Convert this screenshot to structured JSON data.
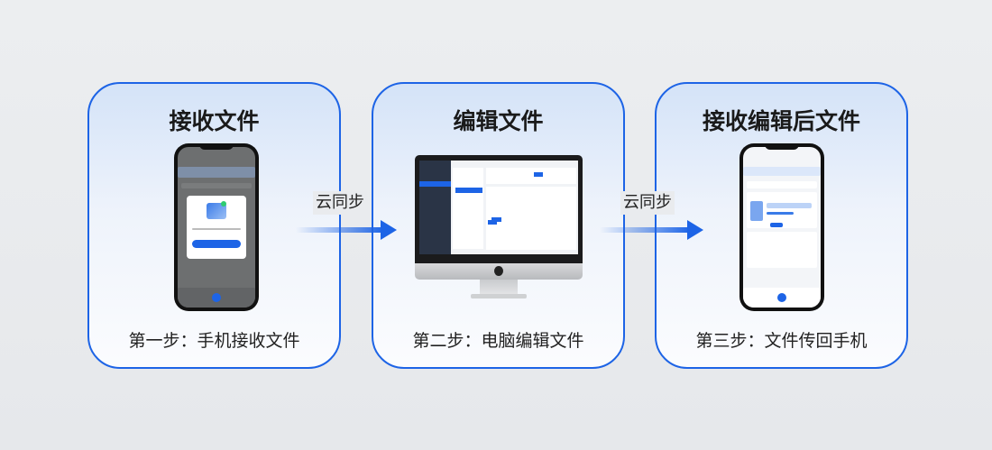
{
  "cards": [
    {
      "title": "接收文件",
      "step": "第一步：手机接收文件"
    },
    {
      "title": "编辑文件",
      "step": "第二步：电脑编辑文件"
    },
    {
      "title": "接收编辑后文件",
      "step": "第三步：文件传回手机"
    }
  ],
  "connectors": [
    {
      "label": "云同步"
    },
    {
      "label": "云同步"
    }
  ],
  "colors": {
    "accent": "#1d64e6"
  }
}
